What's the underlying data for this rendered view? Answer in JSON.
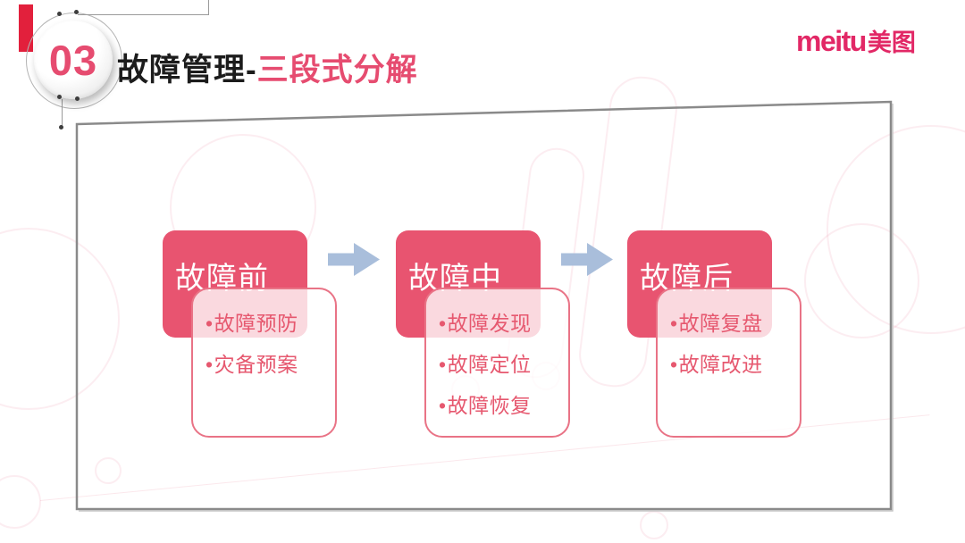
{
  "slide": {
    "badge_number": "03",
    "title": {
      "black": "故障管理-",
      "pink": "三段式分解"
    },
    "logo": {
      "latin": "meitu",
      "cjk": "美图"
    }
  },
  "diagram": {
    "bullet_char": "•",
    "stages": [
      {
        "header": "故障前",
        "items": [
          "故障预防",
          "灾备预案"
        ]
      },
      {
        "header": "故障中",
        "items": [
          "故障发现",
          "故障定位",
          "故障恢复"
        ]
      },
      {
        "header": "故障后",
        "items": [
          "故障复盘",
          "故障改进"
        ]
      }
    ]
  },
  "colors": {
    "stage_pink": "#E85470",
    "card_border_pink": "#E97386",
    "bullet_text_pink": "#E6586F",
    "title_pink": "#E64C70",
    "badge_number_pink": "#E64C70",
    "logo_pink": "#E22866",
    "arrow_blue": "#A9BEDB",
    "red_accent": "#E2203C",
    "panel_border_gray": "#8A8A8A",
    "title_black": "#1C1C1C"
  }
}
